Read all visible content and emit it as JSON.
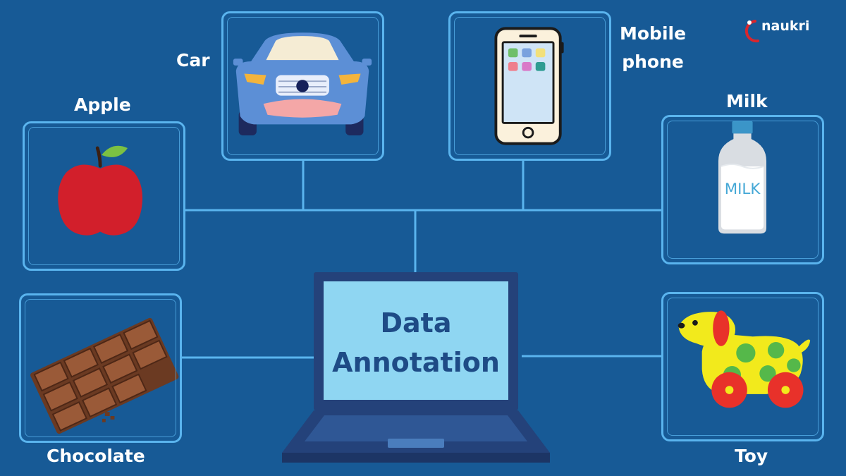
{
  "labels": {
    "car": "Car",
    "mobile_line1": "Mobile",
    "mobile_line2": "phone",
    "apple": "Apple",
    "milk": "Milk",
    "chocolate": "Chocolate",
    "toy": "Toy"
  },
  "center": {
    "line1": "Data",
    "line2": "Annotation"
  },
  "bottle_text": "MILK",
  "brand": {
    "name": "naukri"
  },
  "icons": {
    "car": "car-icon",
    "phone": "mobile-phone-icon",
    "apple": "apple-icon",
    "milk": "milk-bottle-icon",
    "chocolate": "chocolate-bar-icon",
    "toy": "toy-dog-icon",
    "laptop": "laptop-icon"
  },
  "colors": {
    "background": "#175a96",
    "frame": "#5ab4ee",
    "laptop_screen": "#8fd6f2",
    "laptop_body": "#24427a",
    "center_text": "#1e4b86",
    "brand_accent": "#d8262d"
  }
}
